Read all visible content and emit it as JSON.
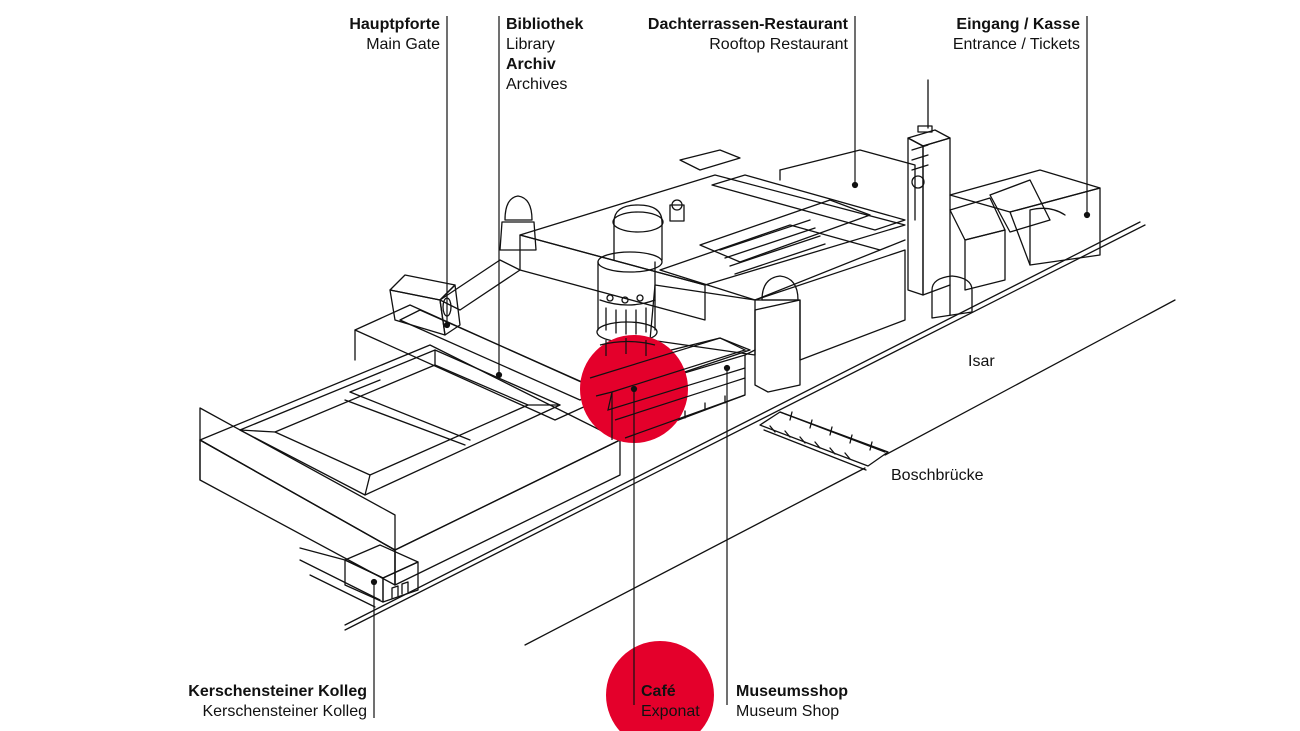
{
  "labels": {
    "main_gate": {
      "de": "Hauptpforte",
      "en": "Main Gate"
    },
    "library": {
      "de": "Bibliothek",
      "en": "Library"
    },
    "archive": {
      "de": "Archiv",
      "en": "Archives"
    },
    "rooftop": {
      "de": "Dachterrassen-Restaurant",
      "en": "Rooftop Restaurant"
    },
    "entrance": {
      "de": "Eingang / Kasse",
      "en": "Entrance / Tickets"
    },
    "river": "Isar",
    "bridge": "Boschbrücke",
    "kolleg": {
      "de": "Kerschensteiner Kolleg",
      "en": "Kerschensteiner Kolleg"
    },
    "cafe": {
      "de": "Café",
      "en": "Exponat"
    },
    "shop": {
      "de": "Museumsshop",
      "en": "Museum Shop"
    }
  },
  "colors": {
    "highlight": "#e4002b",
    "line": "#111111"
  }
}
